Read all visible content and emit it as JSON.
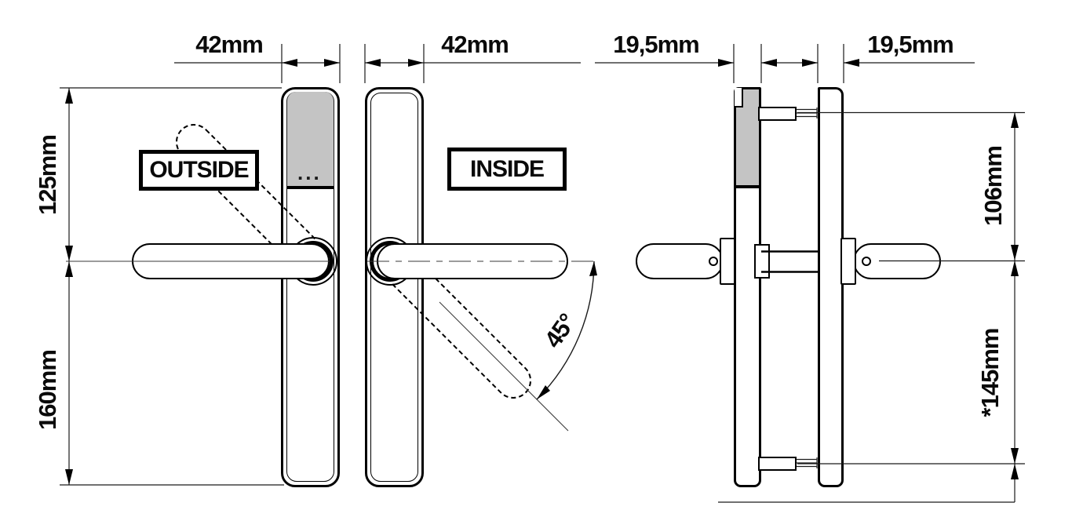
{
  "labels": {
    "outside": "OUTSIDE",
    "inside": "INSIDE"
  },
  "dimensions": {
    "outside_width": "42mm",
    "inside_width": "42mm",
    "outside_thickness": "19,5mm",
    "inside_thickness": "19,5mm",
    "upper_height": "125mm",
    "lower_height": "160mm",
    "screw_spacing_top": "106mm",
    "screw_spacing_bottom": "*145mm",
    "handle_rotation_angle": "45°"
  },
  "module": {
    "dots": "..."
  },
  "colors": {
    "line": "#000000",
    "module_gray": "#c4c4c4"
  }
}
